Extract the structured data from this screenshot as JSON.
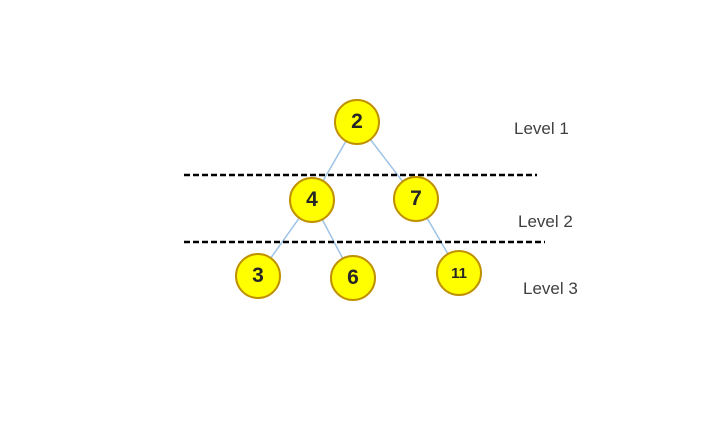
{
  "diagram": {
    "description": "Binary tree with three levels separated by dashed divider lines",
    "tree": {
      "nodes": [
        {
          "id": "node-2",
          "value": "2",
          "level": 1
        },
        {
          "id": "node-4",
          "value": "4",
          "level": 2,
          "parent": "2"
        },
        {
          "id": "node-7",
          "value": "7",
          "level": 2,
          "parent": "2"
        },
        {
          "id": "node-3",
          "value": "3",
          "level": 3,
          "parent": "4"
        },
        {
          "id": "node-6",
          "value": "6",
          "level": 3,
          "parent": "4"
        },
        {
          "id": "node-11",
          "value": "11",
          "level": 3,
          "parent": "7"
        }
      ],
      "edges": [
        {
          "from": "2",
          "to": "4"
        },
        {
          "from": "2",
          "to": "7"
        },
        {
          "from": "4",
          "to": "3"
        },
        {
          "from": "4",
          "to": "6"
        },
        {
          "from": "7",
          "to": "11"
        }
      ]
    },
    "level_labels": [
      {
        "label": "Level 1"
      },
      {
        "label": "Level 2"
      },
      {
        "label": "Level 3"
      }
    ],
    "colors": {
      "background": "#ffffff",
      "node_fill": "#ffff00",
      "node_border": "#bf9000",
      "node_text": "#262626",
      "edge_line": "#9dc3e6",
      "divider_line": "#000000",
      "label_text": "#3f3f3f"
    }
  }
}
